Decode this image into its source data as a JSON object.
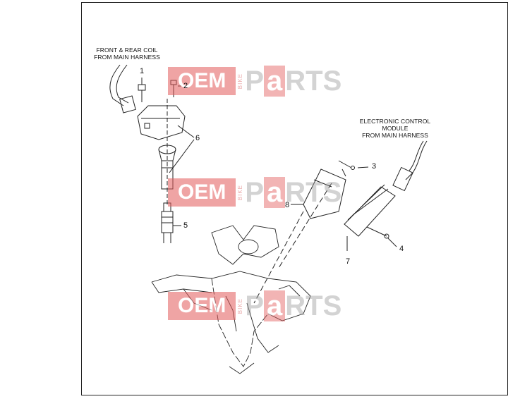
{
  "labels": {
    "coil_harness": [
      "FRONT & REAR COIL",
      "FROM MAIN HARNESS"
    ],
    "ecm_harness": [
      "ELECTRONIC CONTROL",
      "MODULE",
      "FROM MAIN HARNESS"
    ]
  },
  "callouts": [
    "1",
    "2",
    "3",
    "4",
    "5",
    "6",
    "7",
    "8"
  ],
  "watermark": {
    "oem": "OEM",
    "bike": "BIKE",
    "parts_p": "P",
    "parts_a": "a",
    "parts_rest": "RTS"
  },
  "colors": {
    "watermark_red": "#e35b5b",
    "watermark_gray": "#9e9e9e",
    "line": "#222222"
  }
}
